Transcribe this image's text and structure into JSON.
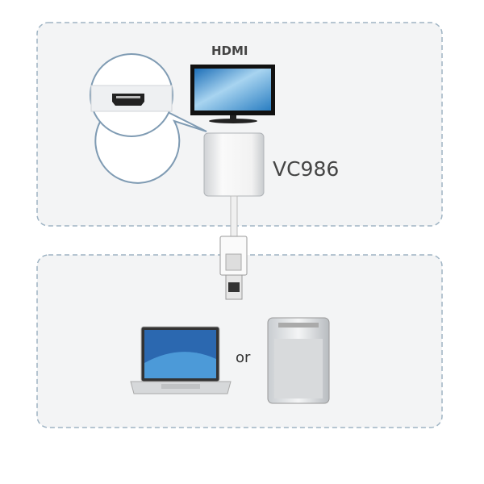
{
  "labels": {
    "port": "HDMI",
    "model": "VC986",
    "or": "or"
  },
  "colors": {
    "frame": "#9fb4c4",
    "panel": "#f3f4f5",
    "callout": "#7f9bb3"
  }
}
